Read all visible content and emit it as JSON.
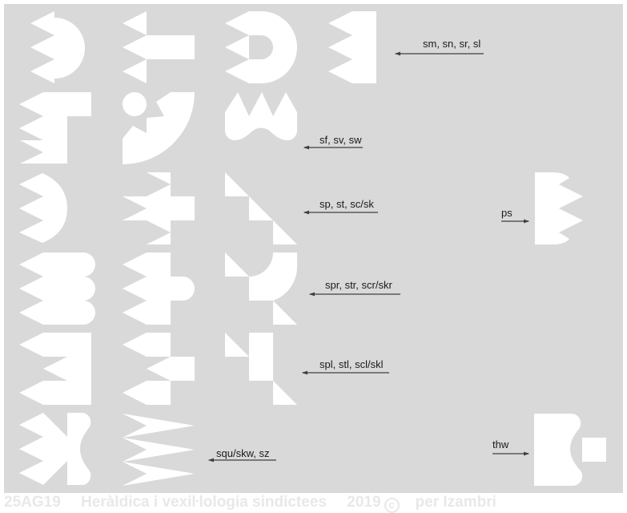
{
  "labels": {
    "row1": "sm, sn, sr, sl",
    "row2": "sf, sv, sw",
    "row3": "sp, st, sc/sk",
    "row4": "spr, str, scr/skr",
    "row5": "spl, stl, scl/skl",
    "row6": "squ/skw, sz",
    "ps": "ps",
    "thw": "thw"
  },
  "footer": {
    "code": "25AG19",
    "title": "Heràldica i vexiŀlologia sindictees",
    "year": "2019",
    "copyright_symbol": "c",
    "author": "per Izambri"
  },
  "colors": {
    "background": "#d9d9d9",
    "shape": "#ffffff",
    "arrow": "#404040",
    "footer": "#e8e8e8"
  }
}
